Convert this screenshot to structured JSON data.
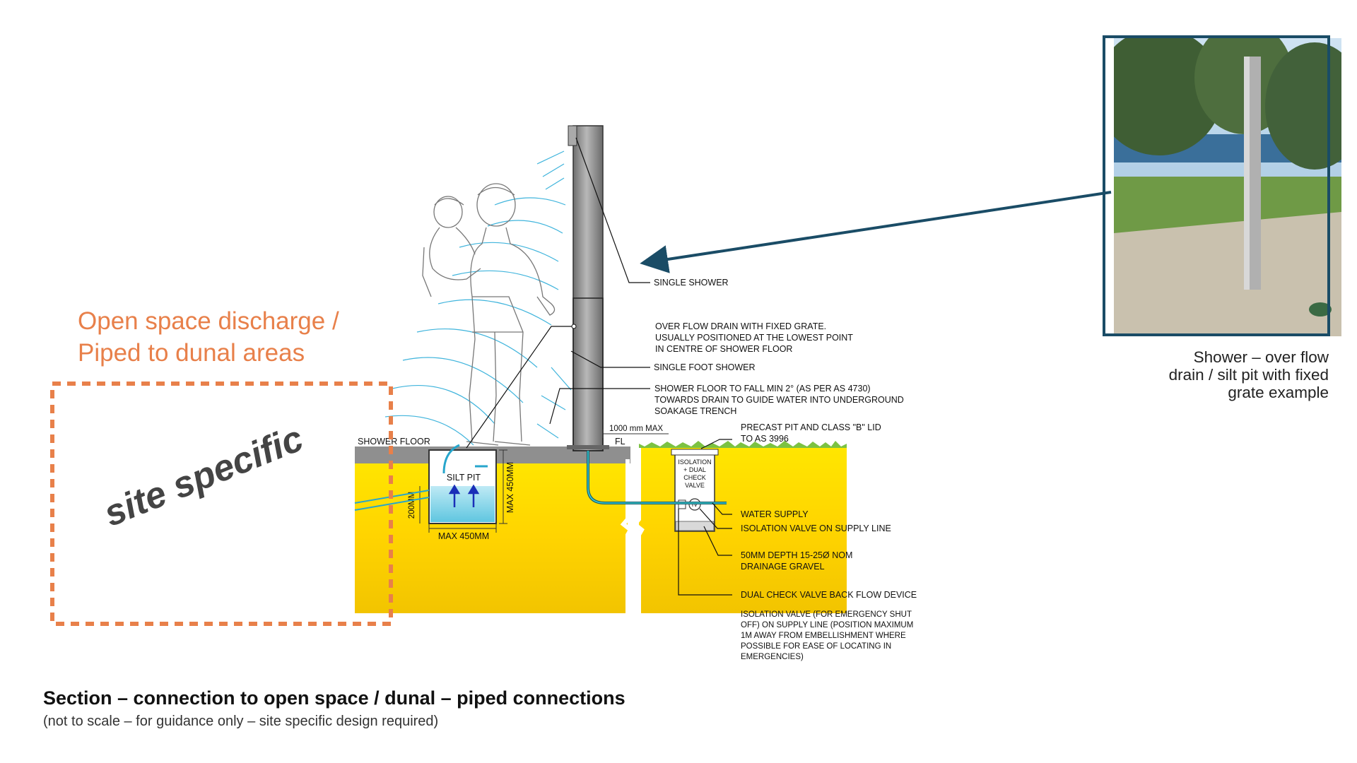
{
  "heading": {
    "line1": "Open space discharge /",
    "line2": "Piped to dunal areas"
  },
  "site_specific": "site specific",
  "photo": {
    "caption_lines": [
      "Shower – over flow",
      "drain / silt pit with fixed",
      "grate example"
    ]
  },
  "footer": {
    "title": "Section – connection to open space / dunal – piped connections",
    "subtitle": "(not to scale – for guidance only – site specific design required)"
  },
  "callouts": {
    "single_shower": "SINGLE SHOWER",
    "overflow_drain": [
      "OVER FLOW DRAIN WITH FIXED GRATE.",
      "USUALLY POSITIONED AT THE LOWEST POINT",
      "IN CENTRE OF SHOWER FLOOR"
    ],
    "foot_shower": "SINGLE FOOT SHOWER",
    "floor_fall": [
      "SHOWER FLOOR TO FALL MIN 2° (AS PER AS 4730)",
      "TOWARDS DRAIN TO GUIDE WATER INTO UNDERGROUND",
      "SOAKAGE TRENCH"
    ],
    "precast_pit": [
      "PRECAST PIT AND CLASS \"B\" LID",
      "TO AS 3996"
    ],
    "water_supply": "WATER SUPPLY",
    "isolation_valve": "ISOLATION VALVE ON SUPPLY LINE",
    "gravel": [
      "50MM DEPTH 15-25Ø NOM",
      "DRAINAGE GRAVEL"
    ],
    "dual_check": "DUAL CHECK VALVE BACK FLOW DEVICE",
    "emergency_valve": [
      "ISOLATION VALVE (FOR EMERGENCY SHUT",
      "OFF) ON SUPPLY LINE (POSITION MAXIMUM",
      "1M AWAY FROM EMBELLISHMENT WHERE",
      "POSSIBLE FOR EASE OF LOCATING IN",
      "EMERGENCIES)"
    ]
  },
  "dims": {
    "shower_floor": "SHOWER FLOOR",
    "fl": "FL",
    "max_1000": "1000 mm MAX",
    "silt_pit": "SILT PIT",
    "max_450_h": "MAX 450MM",
    "max_450_w": "MAX 450MM",
    "d200": "200MM",
    "valve_box": [
      "ISOLATION",
      "+ DUAL",
      "CHECK",
      "VALVE"
    ],
    "iv": "IV"
  },
  "colors": {
    "orange": "#e8804a",
    "ground": "#ffd800",
    "pole": "#8a8a8a",
    "arrow": "#1a4c66",
    "water": "#27a6cc"
  }
}
